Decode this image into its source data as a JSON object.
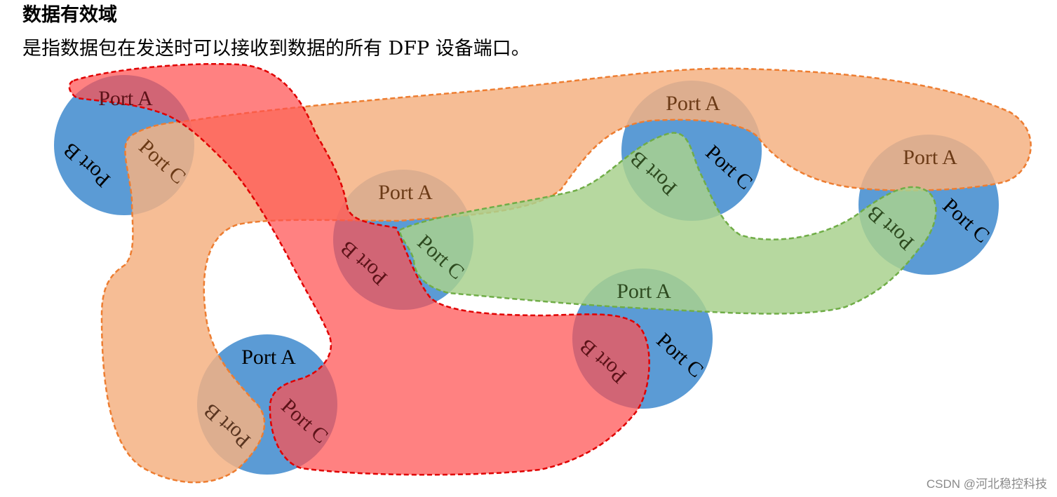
{
  "header": {
    "title": "数据有效域",
    "description": "是指数据包在发送时可以接收到数据的所有 DFP 设备端口。"
  },
  "diagram": {
    "port_a_label": "Port A",
    "port_b_label": "Port B",
    "port_c_label": "Port C",
    "colors": {
      "device": "#5b9bd5",
      "red_domain_fill": "#ff5050",
      "red_domain_stroke": "#e00000",
      "orange_domain_fill": "#f4b183",
      "orange_domain_stroke": "#ed7d31",
      "green_domain_fill": "#a9d18e",
      "green_domain_stroke": "#70ad47"
    }
  },
  "watermark": "CSDN @河北稳控科技"
}
